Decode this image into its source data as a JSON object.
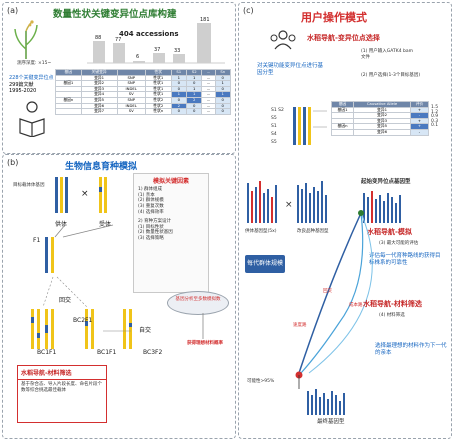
{
  "panel_a": {
    "label": "(a)",
    "title": "数量性状关键变异位点库构建",
    "histogram_tag": "测序深度: ×15~",
    "accessions_label": "404 accessions",
    "bar_values": [
      "88",
      "77",
      "6",
      "37",
      "33",
      "181"
    ],
    "stats": [
      "228个关键变异位点",
      "299篇文献",
      "1995-2020"
    ],
    "table_header": [
      "基因",
      "关键变异",
      "性状",
      "S1",
      "S2",
      "...",
      "Sn"
    ],
    "table_rows": [
      [
        "",
        "变异1",
        "SNP",
        "性状1",
        "1",
        "1",
        "...",
        "0"
      ],
      [
        "基因1",
        "变异2",
        "SNP",
        "性状1",
        "0",
        "0",
        "...",
        "1"
      ],
      [
        "",
        "变异3",
        "INDEL",
        "性状1",
        "0",
        "1",
        "...",
        "0"
      ],
      [
        "",
        "变异4",
        "SV",
        "性状1",
        "1",
        "1",
        "...",
        "1"
      ],
      [
        "基因n",
        "变异5",
        "SNP",
        "性状2",
        "0",
        "2",
        "...",
        "0"
      ],
      [
        "",
        "变异6",
        "INDEL",
        "性状2",
        "2",
        "0",
        "...",
        "0"
      ],
      [
        "",
        "变异7",
        "SV",
        "性状n",
        "0",
        "0",
        "...",
        "0"
      ]
    ]
  },
  "panel_b": {
    "label": "(b)",
    "title": "生物信息育种模拟",
    "target_alleles": "目标载体体基因",
    "donor": "供体",
    "acceptor": "受体",
    "cross": "×",
    "f1": "F1",
    "backcross": "回交",
    "selfing": "自交",
    "bc1": "BC1F1",
    "bc2": "BC2F1",
    "bc3": "BC1F1",
    "bc4": "BC3F2",
    "sim_box_title": "模拟关键因素",
    "sim_items": [
      "1) 群体组成",
      "(1) 亲本",
      "(2) 群体规模",
      "(3) 重复次数",
      "(4) 选择效率",
      "",
      "2) 育种方案设计",
      "(1) 目标性状",
      "(2) 数量性状基因",
      "(3) 选择策略"
    ],
    "param_oval": "基因分析至多数模拟数",
    "result_box": "获得理想材料概率",
    "red_note_title": "水稻导航-材料筛选",
    "red_note_body": "基于杂合态、导入片段长度、命名片段个数等综合挑选最佳载体"
  },
  "panel_c": {
    "label": "(c)",
    "title": "用户操作模式",
    "step1_title": "水稻导航-变异位点选择",
    "step1_note": "(1) 用户输入GATK4 bam文件",
    "mid_note": "对关键功能变异位点进行基因分型",
    "step2_note": "(2) 用户选择(1-3个目标基因)",
    "table_header": [
      "基因",
      "Causative Allele",
      "评价"
    ],
    "table_rows": [
      [
        "基因1",
        "变异1",
        "+"
      ],
      [
        "",
        "变异2",
        "-"
      ],
      [
        "",
        "变异3",
        "+"
      ],
      [
        "基因n",
        "变异5",
        "+"
      ],
      [
        "",
        "变异6",
        "-"
      ]
    ],
    "score_values": [
      "1.5",
      "1.2",
      "0.9",
      "0.3",
      "0.1"
    ],
    "left_labels": [
      "S1 S2",
      "S5",
      "S1",
      "S4",
      "S5"
    ],
    "donor_caption": "供体基因型(5x)",
    "improve_caption": "改良品种基因型",
    "start_caption": "起始变异位点基因型",
    "step3_title": "水稻导航-模拟",
    "step3_note": "(3) 最大可能的评估",
    "eval_note": "评估每一代育种路线的获得目标株系的可靠性",
    "gen_box": "每代群体规模",
    "step4_title": "水稻导航-材料筛选",
    "step4_note": "(4) 材料筛选",
    "final_note": "选择最理想的材料作为下一代的亲本",
    "path_labels": [
      "速度路",
      "成本路",
      "回交"
    ],
    "prob_label": "可能性>95%",
    "final_caption": "最终基因型"
  },
  "colors": {
    "accent_green": "#2e7d32",
    "accent_blue": "#1565c0",
    "accent_red": "#d32f2f",
    "chromo_blue": "#2f5fa3",
    "chromo_yellow": "#f0c419",
    "gen_box": "#2f5fa3"
  }
}
